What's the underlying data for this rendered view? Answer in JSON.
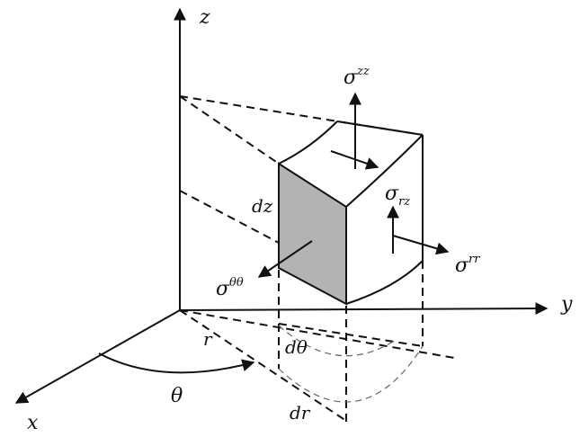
{
  "labels": {
    "z_axis": "z",
    "y_axis": "y",
    "x_axis": "x",
    "r": "r",
    "theta": "θ",
    "d_theta": "dθ",
    "dr": "dr",
    "dz": "dz",
    "sigma_symbol": "σ",
    "sigma_zz_sup": "zz",
    "sigma_rz_sub": "rz",
    "sigma_rr_sup": "rr",
    "sigma_theta_sup": "θθ"
  },
  "colors": {
    "stroke": "#111111",
    "shaded_face": "#b3b3b3",
    "background": "#ffffff"
  }
}
